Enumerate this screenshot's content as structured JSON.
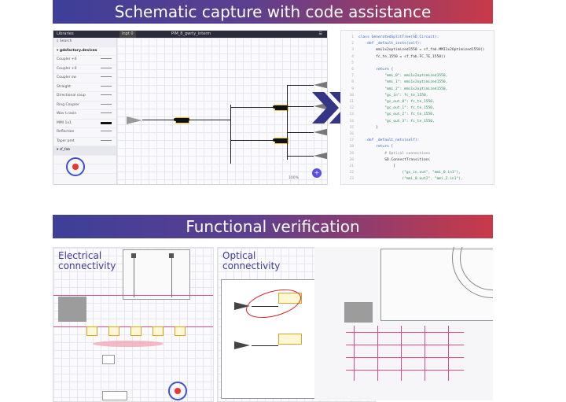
{
  "banners": {
    "top": "Schematic capture with code assistance",
    "bottom": "Functional verification"
  },
  "editor": {
    "title": "PIM_8_gwrty_interm",
    "sidebar_header": "Libraries",
    "search_placeholder": "Search",
    "section_1": "gdsfactory.devices",
    "section_2": "sf_fab",
    "tab": "Inpt 0",
    "components": [
      "Coupler +0",
      "Coupler +0",
      "Coupler sw",
      "Straight",
      "Directional coup",
      "Ring Coupler",
      "Wav t.rasin",
      "MMI 1x1",
      "Reflection",
      "Taper pmt"
    ],
    "fab_icon": "plus",
    "zoom": "100%"
  },
  "code": {
    "lines": [
      {
        "n": "1",
        "t": "class GeneratedSplitTree(SD.Circuit):",
        "c": "kw"
      },
      {
        "n": "2",
        "t": "    def _default_insts(self):",
        "c": "kw"
      },
      {
        "n": "3",
        "t": "        mmi1x2optimized1550 = sf_fab.MMI1x2Optimized1550()",
        "c": ""
      },
      {
        "n": "4",
        "t": "        fc_te_1550 = sf_fab.FC_TE_1550()",
        "c": ""
      },
      {
        "n": "5",
        "t": "",
        "c": ""
      },
      {
        "n": "6",
        "t": "        return {",
        "c": "kw"
      },
      {
        "n": "7",
        "t": "            \"mmi_0\": mmi1x2optimized1550,",
        "c": "st"
      },
      {
        "n": "8",
        "t": "            \"mmi_1\": mmi1x2optimized1550,",
        "c": "st"
      },
      {
        "n": "9",
        "t": "            \"mmi_2\": mmi1x2optimized1550,",
        "c": "st"
      },
      {
        "n": "10",
        "t": "            \"gc_in\": fc_te_1550,",
        "c": "st"
      },
      {
        "n": "11",
        "t": "            \"gc_out_0\": fc_te_1550,",
        "c": "st"
      },
      {
        "n": "12",
        "t": "            \"gc_out_1\": fc_te_1550,",
        "c": "st"
      },
      {
        "n": "13",
        "t": "            \"gc_out_2\": fc_te_1550,",
        "c": "st"
      },
      {
        "n": "14",
        "t": "            \"gc_out_3\": fc_te_1550,",
        "c": "st"
      },
      {
        "n": "15",
        "t": "        }",
        "c": ""
      },
      {
        "n": "16",
        "t": "",
        "c": ""
      },
      {
        "n": "17",
        "t": "    def _default_nets(self):",
        "c": "kw"
      },
      {
        "n": "18",
        "t": "        return [",
        "c": "kw"
      },
      {
        "n": "19",
        "t": "            # Optical connections",
        "c": "cm"
      },
      {
        "n": "20",
        "t": "            SD.ConnectTransition(",
        "c": ""
      },
      {
        "n": "21",
        "t": "                [",
        "c": ""
      },
      {
        "n": "22",
        "t": "                    (\"gc_in.out\", \"mmi_0.in1\"),",
        "c": "st"
      },
      {
        "n": "23",
        "t": "                    (\"mmi_0.out2\", \"mmi_2.in1\"),",
        "c": "st"
      }
    ]
  },
  "verification": {
    "electrical_label_1": "Electrical",
    "electrical_label_2": "connectivity",
    "optical_label_1": "Optical",
    "optical_label_2": "connectivity"
  },
  "colors": {
    "accent": "#3e3aa0",
    "highlight": "#e04a8a",
    "error": "#dd2222"
  }
}
